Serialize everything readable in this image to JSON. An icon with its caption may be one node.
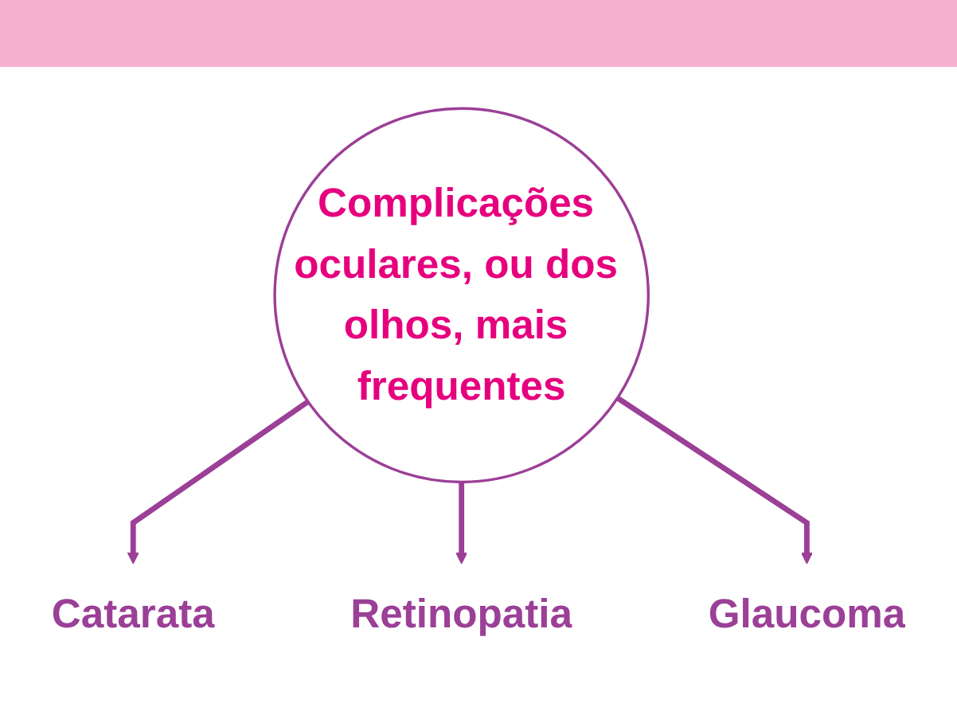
{
  "diagram": {
    "nodes": [
      {
        "text": [
          "Complicações oculares, ou dos olhos, mais frequentes"
        ]
      },
      {
        "text": [
          "Catarata"
        ]
      },
      {
        "text": [
          "Retinopatia"
        ]
      },
      {
        "text": [
          "Glaucoma"
        ]
      }
    ],
    "edges": [
      {
        "from": 0,
        "to": 1,
        "arrow": "to"
      },
      {
        "from": 0,
        "to": 2,
        "arrow": "to"
      },
      {
        "from": 0,
        "to": 3,
        "arrow": "to"
      }
    ]
  }
}
